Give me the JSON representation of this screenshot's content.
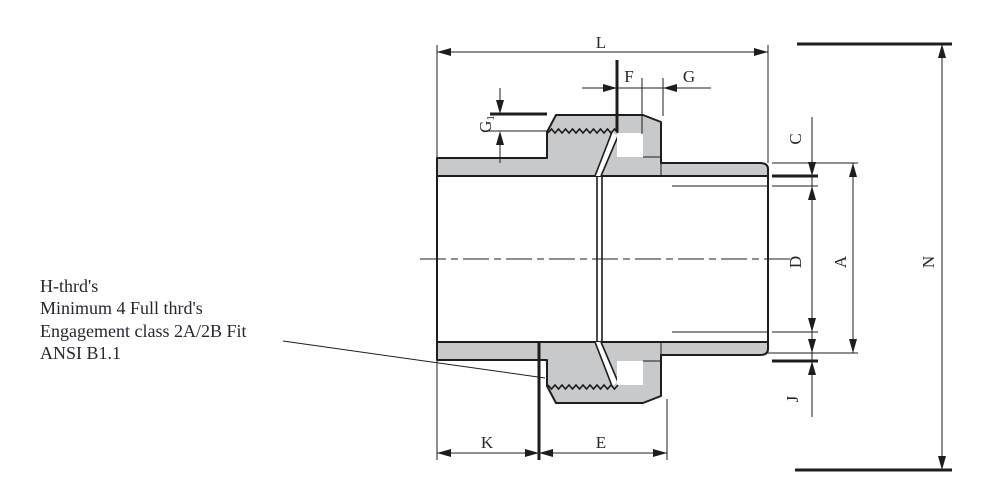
{
  "drawing": {
    "title_hint": "pipe union cross-section dimensional drawing",
    "note_lines": [
      "H-thrd's",
      "Minimum 4 Full thrd's",
      "Engagement class 2A/2B Fit",
      "ANSI B1.1"
    ],
    "labels": {
      "L": "L",
      "F": "F",
      "G": "G",
      "G1_main": "G",
      "G1_sub": "1",
      "C": "C",
      "D": "D",
      "A": "A",
      "N": "N",
      "J": "J",
      "K": "K",
      "E": "E"
    },
    "colors": {
      "body_fill": "#c8c9cb",
      "line": "#1d1d1d",
      "text": "#26262f",
      "background": "#ffffff"
    }
  }
}
